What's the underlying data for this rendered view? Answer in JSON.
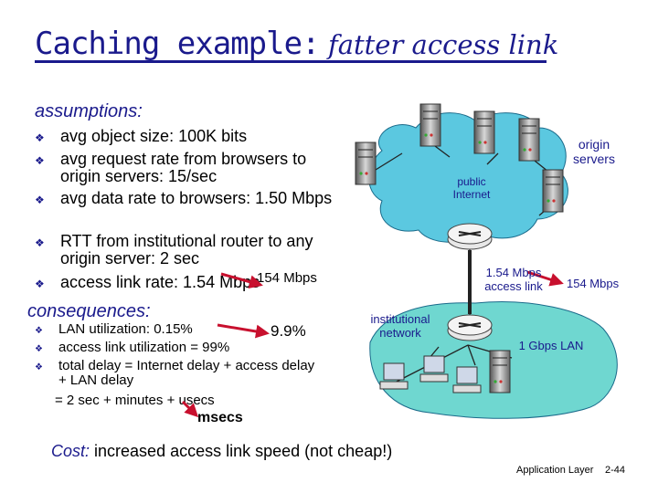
{
  "title": {
    "main": "Caching example:",
    "sub": "fatter access link"
  },
  "assumptions": {
    "heading": "assumptions:",
    "items": [
      "avg object size: 100K bits",
      "avg request rate from browsers to origin servers: 15/sec",
      "avg data rate to browsers: 1.50 Mbps",
      "RTT from institutional router to any origin server: 2 sec",
      "access link rate: 1.54 Mbps"
    ],
    "edit": "154 Mbps"
  },
  "consequences": {
    "heading": "consequences:",
    "items": [
      "LAN utilization: 0.15%",
      "access link utilization = 99%",
      "total delay   = Internet delay + access delay + LAN delay"
    ],
    "total_line": "=  2 sec + minutes + usecs",
    "edits": [
      "9.9%",
      "msecs"
    ]
  },
  "diagram": {
    "origin_servers": "origin servers",
    "public_internet": "public Internet",
    "access_link": "1.54 Mbps access link",
    "access_edit": "154 Mbps",
    "institutional": "institutional network",
    "lan": "1 Gbps LAN"
  },
  "bottom": {
    "cost_label": "Cost:",
    "cost_text": "increased access link speed (not cheap!)"
  },
  "footer": {
    "section": "Application Layer",
    "page": "2-44"
  },
  "colors": {
    "title": "#1a1a8c",
    "arrow": "#c8102e",
    "cloud": "#5bc8e0",
    "network": "#6fd7d0"
  }
}
